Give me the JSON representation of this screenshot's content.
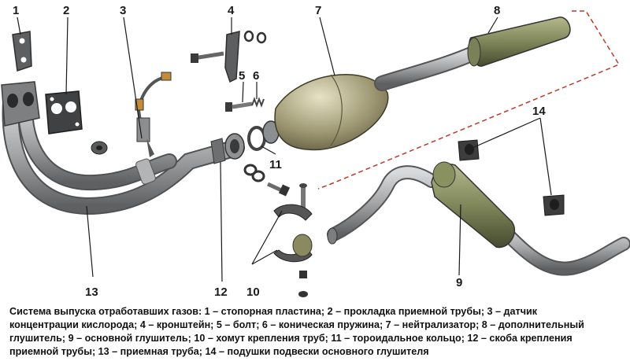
{
  "callouts": [
    "1",
    "2",
    "3",
    "4",
    "5",
    "6",
    "7",
    "8",
    "9",
    "10",
    "11",
    "12",
    "13",
    "14"
  ],
  "caption": {
    "lines": [
      "Система выпуска отработавших газов: 1 – стопорная пластина; 2 – прокладка приемной трубы; 3 – датчик",
      "концентрации кислорода; 4 – кронштейн; 5 – болт; 6 – коническая пружина; 7 – нейтрализатор; 8 – дополнительный",
      "глушитель; 9 – основной глушитель; 10 – хомут крепления труб; 11 – тороидальное кольцо; 12 – скоба крепления",
      "приемной трубы; 13 – приемная труба; 14 – подушки подвески основного глушителя"
    ]
  },
  "colors": {
    "pipe": "#9ea0a2",
    "muffler": "#858c63",
    "converter": "#a39e79",
    "dashed": "#c0392b",
    "part_dark": "#4a4a4a"
  }
}
